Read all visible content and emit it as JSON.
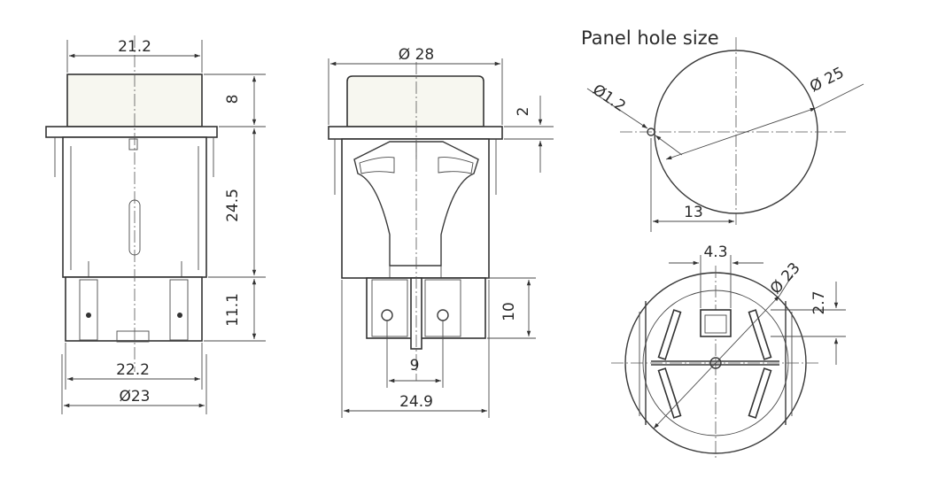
{
  "panel_title": "Panel hole size",
  "front_view": {
    "top_width": "21.2",
    "cap_height": "8",
    "body_height": "24.5",
    "terminal_height": "11.1",
    "terminal_span": "22.2",
    "base_diameter": "Ø23"
  },
  "side_view": {
    "flange_diameter": "Ø 28",
    "flange_thickness": "2",
    "terminal_height": "10",
    "terminal_gap": "9",
    "base_width": "24.9"
  },
  "panel_hole": {
    "hole_diameter": "Ø 25",
    "notch_diameter": "Ø1.2",
    "notch_offset": "13"
  },
  "bottom_view": {
    "slot_width": "4.3",
    "outer_diameter": "Ø 23",
    "slot_depth": "2.7"
  }
}
